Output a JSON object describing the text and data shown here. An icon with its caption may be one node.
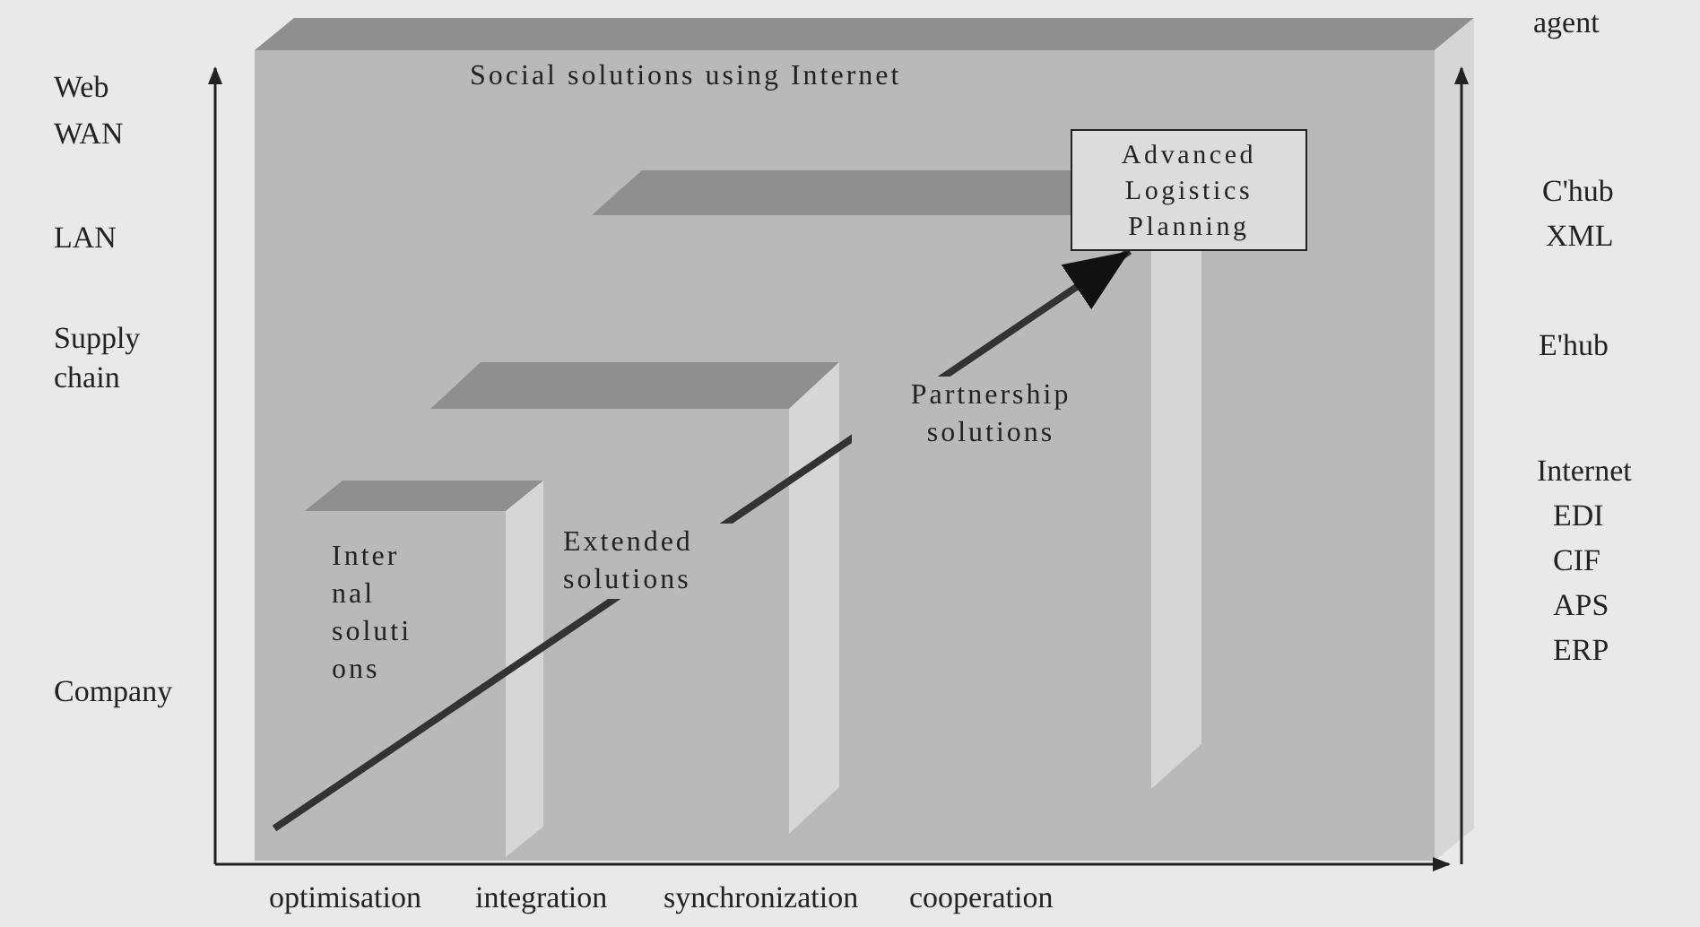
{
  "diagram": {
    "nodes": [
      {
        "text": [
          "Social solutions using Internet"
        ]
      },
      {
        "text": [
          "Partnership solutions"
        ],
        "in": 0
      },
      {
        "text": [
          "Extended solutions"
        ],
        "in": 0
      },
      {
        "text": [
          "Inter nal soluti ons"
        ],
        "in": 0
      },
      {
        "text": [
          "Advanced Logistics Planning"
        ],
        "in": 0
      }
    ],
    "edges": [
      {
        "from": null,
        "to": 4,
        "arrow": "to"
      }
    ],
    "labels": [
      "Web",
      "WAN",
      "LAN",
      "Supply chain",
      "Company",
      "agent",
      "C'hub",
      "XML",
      "E'hub",
      "Internet",
      "EDI",
      "CIF",
      "APS",
      "ERP",
      "optimisation",
      "integration",
      "synchronization",
      "cooperation"
    ]
  }
}
